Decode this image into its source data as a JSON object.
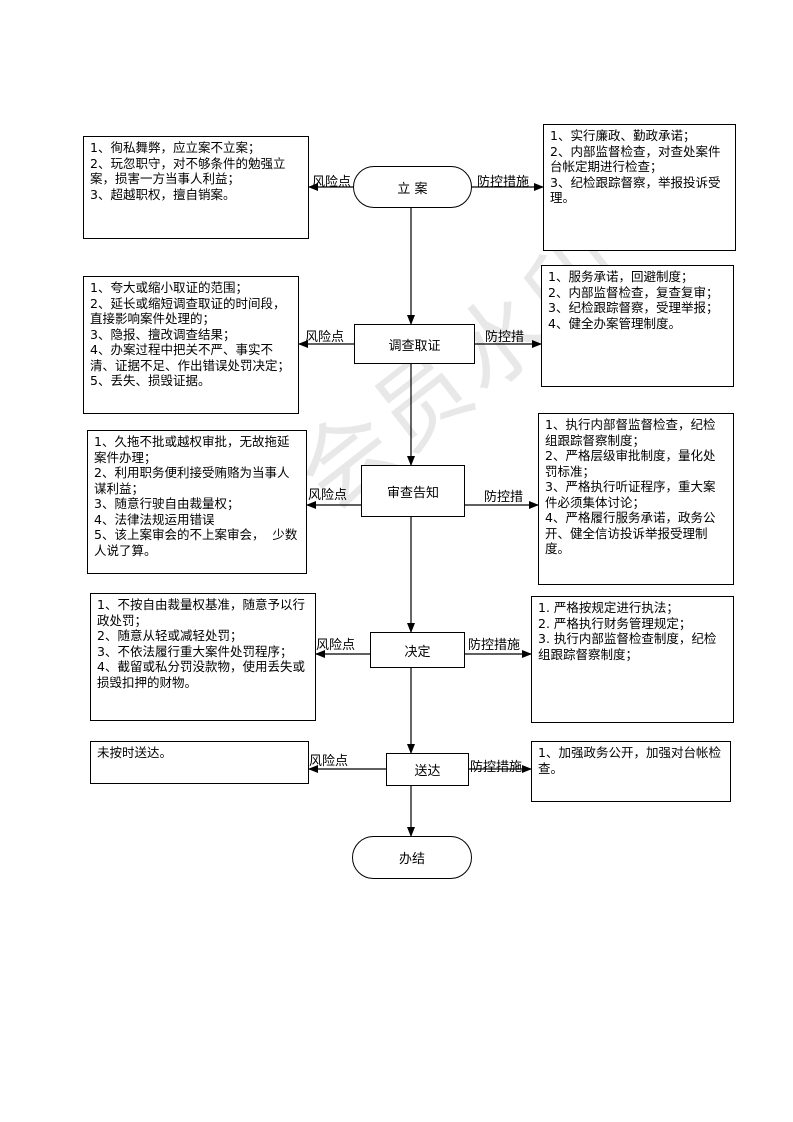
{
  "watermark": "会员水印",
  "nodes": {
    "n1": "立    案",
    "n2": "调查取证",
    "n3": "审查告知",
    "n4": "决定",
    "n5": "送达",
    "n6": "办结"
  },
  "labels": {
    "r1": "风险点",
    "p1": "防控措施",
    "r2": "风险点",
    "p2": "防控措",
    "r3": "风险点",
    "p3": "防控措",
    "r4": "风险点",
    "p4": "防控措施",
    "r5": "风险点",
    "p5": "防控措施"
  },
  "risks": {
    "r1": [
      "1、徇私舞弊，应立案不立案；",
      "2、玩忽职守，对不够条件的勉强立案，损害一方当事人利益；",
      "3、超越职权，擅自销案。"
    ],
    "r2": [
      "1、夸大或缩小取证的范围；",
      "2、延长或缩短调查取证的时间段，直接影响案件处理的；",
      "3、隐报、擅改调查结果；",
      "4、办案过程中把关不严、事实不清、证据不足、作出错误处罚决定；",
      "5、丢失、损毁证据。"
    ],
    "r3": [
      "1、久拖不批或越权审批，无故拖延案件办理；",
      "2、利用职务便利接受贿赂为当事人谋利益；",
      "3、随意行驶自由裁量权；",
      "4、法律法规运用错误",
      "5、该上案审会的不上案审会，  少数人说了算。"
    ],
    "r4": [
      "1、不按自由裁量权基准，随意予以行政处罚；",
      "2、随意从轻或减轻处罚；",
      "3、不依法履行重大案件处罚程序；",
      "4、截留或私分罚没款物，使用丢失或损毁扣押的财物。"
    ],
    "r5": [
      "未按时送达。"
    ]
  },
  "measures": {
    "m1": [
      "1、实行廉政、勤政承诺；",
      "2、内部监督检查，对查处案件台帐定期进行检查；",
      "3、纪检跟踪督察，举报投诉受理。"
    ],
    "m2": [
      "1、服务承诺，回避制度；",
      "2、内部监督检查，复查复审；",
      "3、纪检跟踪督察，受理举报；",
      "4、健全办案管理制度。"
    ],
    "m3": [
      "1、执行内部督监督检查，纪检组跟踪督察制度；",
      "2、严格层级审批制度，量化处罚标准；",
      "3、严格执行听证程序，重大案件必须集体讨论；",
      "4、严格履行服务承诺，政务公开、健全信访投诉举报受理制度。"
    ],
    "m4": [
      "1. 严格按规定进行执法；",
      "2. 严格执行财务管理规定；",
      "3. 执行内部监督检查制度，纪检组跟踪督察制度；"
    ],
    "m5": [
      "1、加强政务公开，加强对台帐检查。"
    ]
  }
}
